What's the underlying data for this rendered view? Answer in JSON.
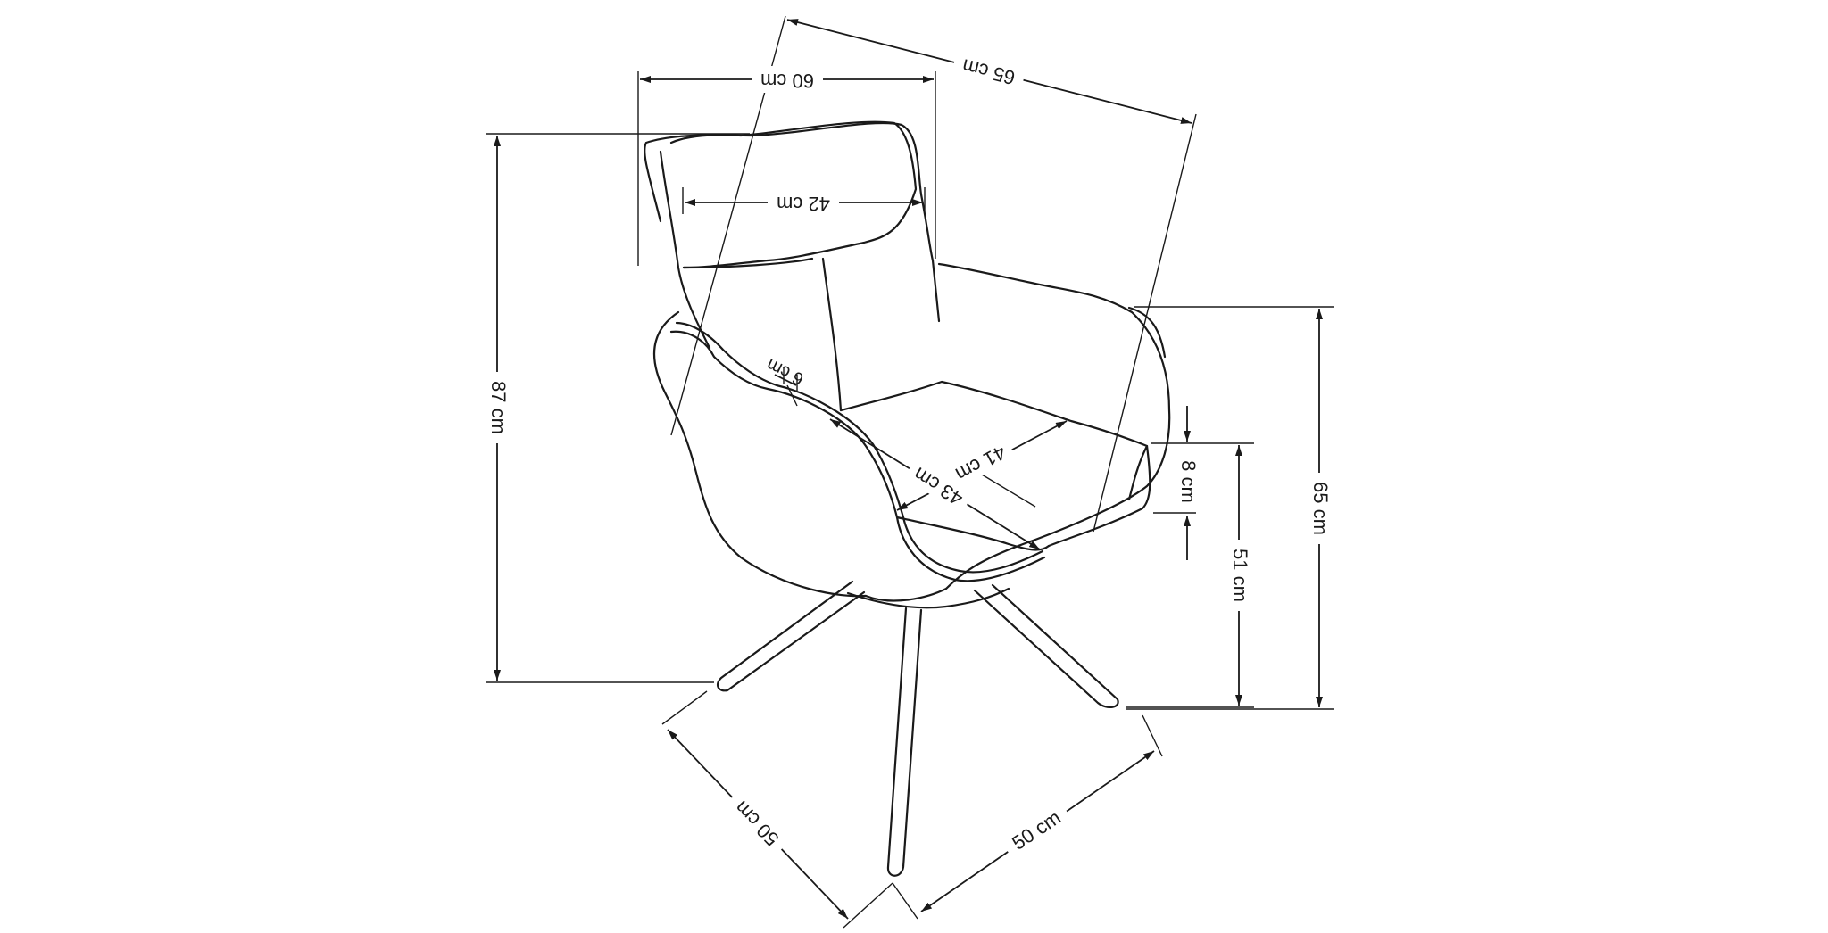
{
  "dimensions": {
    "top_depth": "65 cm",
    "overall_width": "60 cm",
    "backrest_width": "42 cm",
    "overall_height": "87 cm",
    "armrest_height": "65 cm",
    "seat_height": "51 cm",
    "seat_thickness": "8 cm",
    "armrest_thickness": "6 cm",
    "seat_width": "41 cm",
    "seat_depth": "43 cm",
    "base_left": "50 cm",
    "base_right": "50 cm"
  }
}
